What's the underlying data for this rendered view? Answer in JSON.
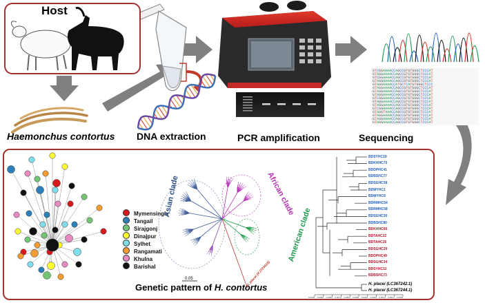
{
  "labels": {
    "host": "Host",
    "parasite": "Haemonchus contortus",
    "dna_extraction": "DNA extraction",
    "pcr": "PCR amplification",
    "sequencing": "Sequencing",
    "genetic_prefix": "Genetic pattern of ",
    "genetic_species": "H. contortus",
    "asian_clade": "Asian clade",
    "african_clade": "African clade",
    "american_clade": "American clade",
    "scale": "0.05",
    "outgroup_1": "H. placei (LC367242.1)",
    "outgroup_2": "H. placei (LC367244.1)",
    "outgroup_tree": "H. placei (KJ724618)"
  },
  "legend": [
    {
      "name": "Mymensingh",
      "color": "#d7191c"
    },
    {
      "name": "Tangail",
      "color": "#2c7fb8"
    },
    {
      "name": "Sirajgonj",
      "color": "#74c476"
    },
    {
      "name": "Dinajpur",
      "color": "#ffff33"
    },
    {
      "name": "Sylhet",
      "color": "#80deea"
    },
    {
      "name": "Rangamati",
      "color": "#f39c34"
    },
    {
      "name": "Khulna",
      "color": "#e78ac3"
    },
    {
      "name": "Barishal",
      "color": "#111111"
    }
  ],
  "sequences": [
    "GTCGGAAAACCAGCCGTGTGGGCTCCCAT",
    "GTAGGAAAACCAGCCGTGTGGGCTCCCAT",
    "GTCGGAAAACCAGCCGTGTGGGCTCCCAT",
    "GTAGGAAAACCAGCCGTGTGGGCTCCCAT",
    "GTAGGAAAACCATGCTCATGTGGGCTCCC",
    "GTAGGAAAACCAGCCGTGTGGGCTCCCAT",
    "GTAGGAAAACCAGCCGTGTGGGCTCCCAT",
    "GTAGGAAAACCAGCCGTGTGGGCTCCCAT",
    "GTCGGAAAACCAGCCGTGTGGGCTCCCAT",
    "GTAGGAAAACCAGCCGTGTGGGCTCCCAT",
    "GTAGGAAAACCAGCCGTGTGGGCTCCCAT",
    "GTCGGAAAACCAGCCGTGTGGGCTCCCAT",
    "GTAGGTAAACCAGCCGTGTGGGCTCCCAT",
    "GTAGGAAAACCAGCCGTGTGGGCTCCCAT",
    "GTAGGAAAACCAGCCGTGTGGGCTCCCAT",
    "GTAGGAAAACCAGCCGTGTGGGCTCCCAT"
  ],
  "tree_tips": [
    {
      "name": "BDSYHC19",
      "color": "#1f5fbf"
    },
    {
      "name": "BDKHHC70",
      "color": "#1f5fbf"
    },
    {
      "name": "BDDPHC41",
      "color": "#1f5fbf"
    },
    {
      "name": "BDBSHC77",
      "color": "#1f5fbf"
    },
    {
      "name": "BDSGHC38",
      "color": "#1f5fbf"
    },
    {
      "name": "BDMYHC1",
      "color": "#1f5fbf"
    },
    {
      "name": "BDMYHC9",
      "color": "#1f5fbf"
    },
    {
      "name": "BDRMHC54",
      "color": "#1f5fbf"
    },
    {
      "name": "BDRMHC58",
      "color": "#1f5fbf"
    },
    {
      "name": "BDSGHC30",
      "color": "#1f5fbf"
    },
    {
      "name": "BDBSHC80",
      "color": "#1f5fbf"
    },
    {
      "name": "BDKHHC66",
      "color": "#b2182b"
    },
    {
      "name": "BDTAHC22",
      "color": "#b2182b"
    },
    {
      "name": "BDTAHC26",
      "color": "#b2182b"
    },
    {
      "name": "BDSGHC29",
      "color": "#b2182b"
    },
    {
      "name": "BDDPHC49",
      "color": "#b2182b"
    },
    {
      "name": "BDSGHC34",
      "color": "#b2182b"
    },
    {
      "name": "BDSYHC12",
      "color": "#b2182b"
    },
    {
      "name": "BDBSHC73",
      "color": "#b2182b"
    }
  ],
  "axis_ticks": [
    "0.0100",
    "0.0090",
    "0.0080",
    "0.0070",
    "0.0060",
    "0.0050",
    "0.0040",
    "0.0030",
    "0.0020",
    "0.0010",
    "0.0000"
  ],
  "colors": {
    "frame": "#a3302d",
    "arrow": "#7f7f7f",
    "helix_a": "#3b6fb6",
    "helix_b": "#e8a33a"
  }
}
